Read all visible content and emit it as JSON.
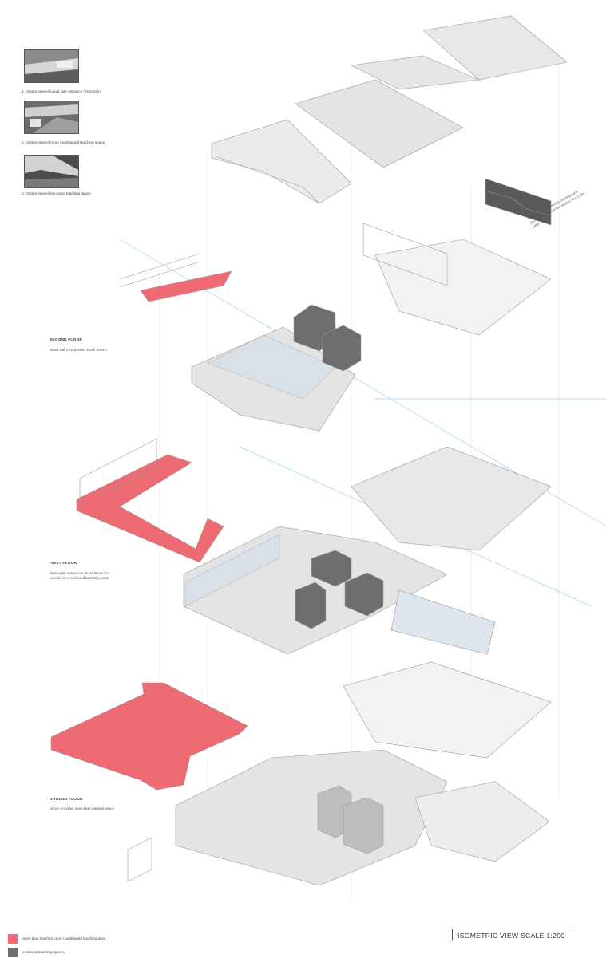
{
  "thumbnails": [
    {
      "caption": "1. Interior view of canal side entrance / reception"
    },
    {
      "caption": "2. Interior view of ramp / partitioned teaching space"
    },
    {
      "caption": "3. Interior view of enclosed teaching space"
    }
  ],
  "floors": {
    "second": {
      "title": "SECOND FLOOR",
      "description": "Glass wall incorporates touch screen"
    },
    "first": {
      "title": "FIRST FLOOR",
      "description": "Open-plan ramps can be partitioned to provide semi-enclosed teaching areas"
    },
    "ground": {
      "title": "GROUND FLOOR",
      "description": "Atrium provides open-plan learning space"
    }
  },
  "cinema_note": "Cinema operates during evenings and provides for school film studies 'Box Cube' 1964",
  "legend": {
    "items": [
      {
        "label": "open-plan teaching area / partitioned teaching area",
        "color": "#ef6b73"
      },
      {
        "label": "enclosed teaching spaces",
        "color": "#6e6e6e"
      }
    ]
  },
  "drawing_title": "ISOMETRIC VIEW  SCALE 1:200",
  "colors": {
    "open_plan": "#ef6b73",
    "enclosed": "#6e6e6e",
    "slab": "#e4e4e4",
    "line": "#9a9a9a",
    "glass": "#cfe0ea",
    "guide": "#9fd2ee"
  }
}
